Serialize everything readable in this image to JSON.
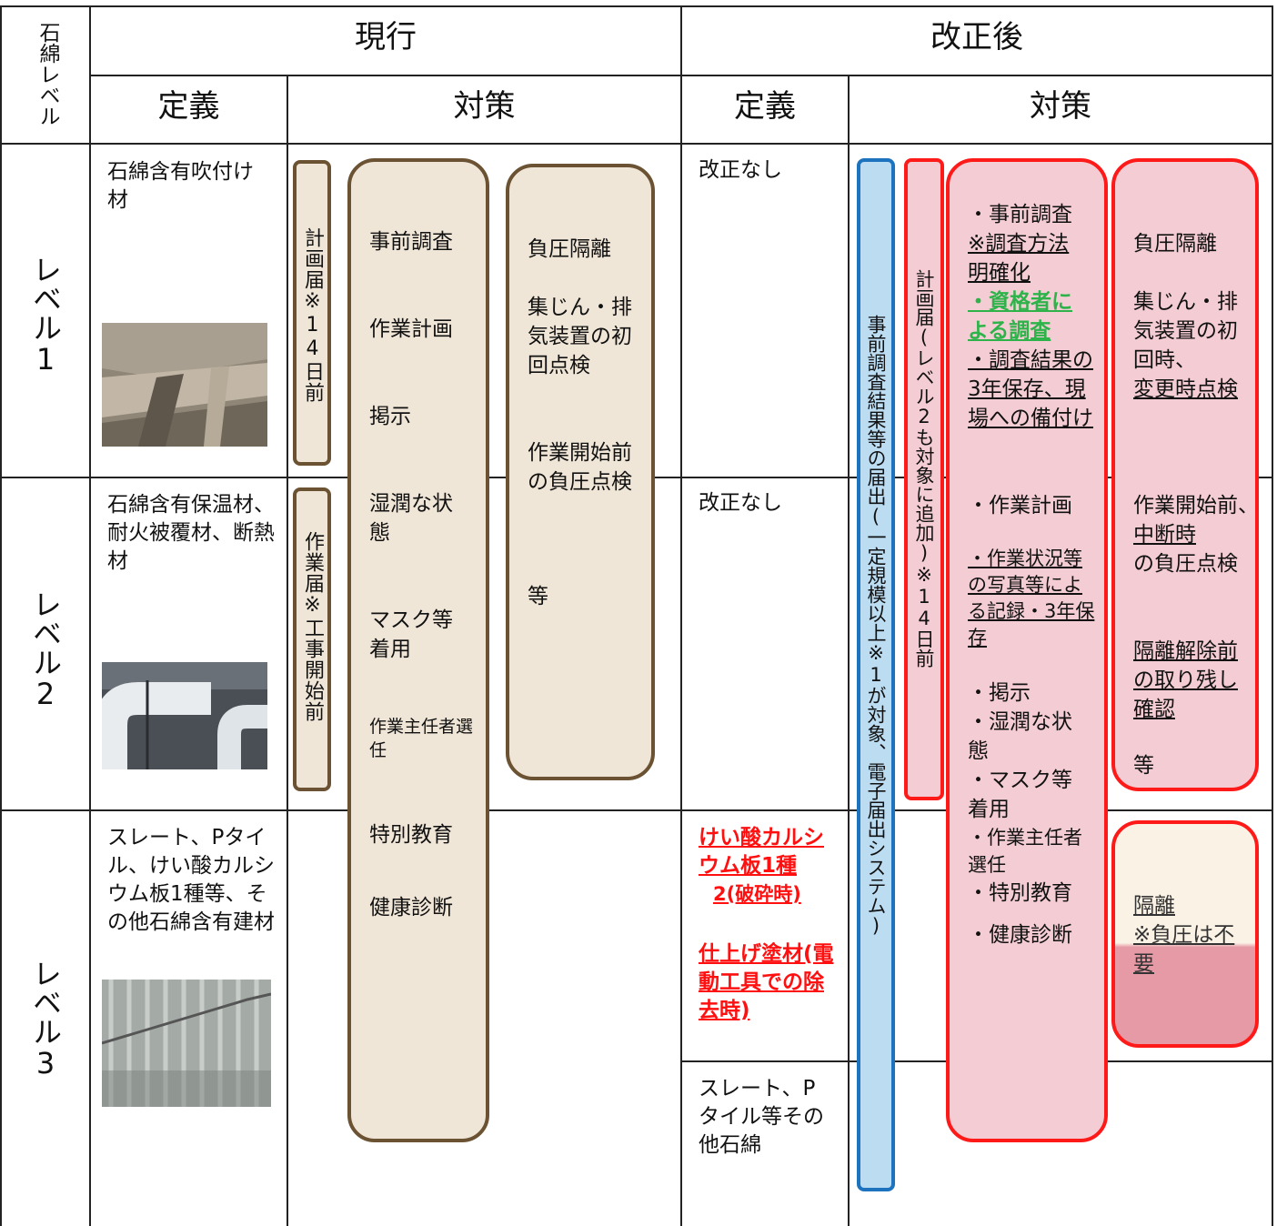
{
  "header": {
    "level_col": "石綿レベル",
    "current": "現行",
    "revised": "改正後",
    "definition": "定義",
    "measures": "対策"
  },
  "levels": [
    {
      "label": "レベル1",
      "definition": "石綿含有吹付け材"
    },
    {
      "label": "レベル2",
      "definition": "石綿含有保温材、耐火被覆材、断熱材"
    },
    {
      "label": "レベル3",
      "definition": "スレート、Pタイル、けい酸カルシウム板1種等、その他石綿含有建材"
    }
  ],
  "current": {
    "notice_plan": "計画届※14日前",
    "notice_work": "作業届※工事開始前",
    "measures_main": [
      "事前調査",
      "作業計画",
      "掲示",
      "湿潤な状態",
      "マスク等着用",
      "作業主任者選任",
      "特別教育",
      "健康診断"
    ],
    "measures_extra": [
      "負圧隔離",
      "集じん・排気装置の初回点検",
      "作業開始前の負圧点検",
      "等"
    ]
  },
  "revised": {
    "def_level1": "改正なし",
    "def_level2": "改正なし",
    "def_level3_a": "けい酸カルシウム板1種",
    "def_level3_a_note": "2(破砕時)",
    "def_level3_b": "仕上げ塗材(電動工具での除去時)",
    "def_level3_c": "スレート、Pタイル等その他石綿",
    "notice_survey": "事前調査結果等の届出(一定規模以上※1が対象、電子届出システム)",
    "notice_plan": "計画届(レベル2も対象に追加)※14日前",
    "measures_main": {
      "item1": "・事前調査",
      "item1_u": "※調査方法明確化",
      "item1_g": "・資格者による調査",
      "item1_u2": "・調査結果の3年保存、現場への備付け",
      "item2": "・作業計画",
      "item2_u": "・作業状況等の写真等による記録・3年保存",
      "item3": "・掲示",
      "item4": "・湿潤な状態",
      "item5": "・マスク等着用",
      "item6": "・作業主任者選任",
      "item7": "・特別教育",
      "item8": "・健康診断"
    },
    "measures_extra": {
      "a": "負圧隔離",
      "b": "集じん・排気装置の初回時、",
      "b_u": "変更時点検",
      "c1": "作業開始前、",
      "c_u": "中断時",
      "c2": "の負圧点検",
      "d_u": "隔離解除前の取り残し確認",
      "e": "等"
    },
    "level3_extra": {
      "a": "隔離",
      "b": "※負圧は不要"
    }
  }
}
